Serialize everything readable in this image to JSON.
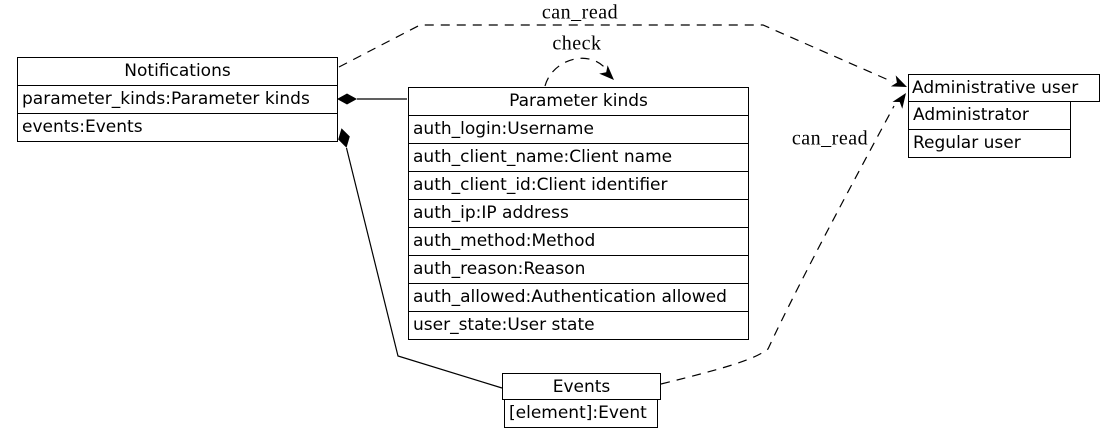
{
  "nodes": {
    "notifications": {
      "title": "Notifications",
      "rows": [
        "parameter_kinds:Parameter kinds",
        "events:Events"
      ]
    },
    "parameter_kinds": {
      "title": "Parameter kinds",
      "rows": [
        "auth_login:Username",
        "auth_client_name:Client name",
        "auth_client_id:Client identifier",
        "auth_ip:IP address",
        "auth_method:Method",
        "auth_reason:Reason",
        "auth_allowed:Authentication allowed",
        "user_state:User state"
      ]
    },
    "administrative_user": {
      "title": "Administrative user",
      "rows": [
        "Administrator",
        "Regular user"
      ]
    },
    "events": {
      "title": "Events",
      "rows": [
        "[element]:Event"
      ]
    }
  },
  "edges": {
    "can_read_top": {
      "label": "can_read",
      "style": "dashed",
      "from": "Notifications",
      "to": "Administrative user"
    },
    "check": {
      "label": "check",
      "style": "dashed",
      "from": "Parameter kinds",
      "to": "Parameter kinds"
    },
    "can_read_bottom": {
      "label": "can_read",
      "style": "dashed",
      "from": "Events",
      "to": "Administrative user"
    },
    "parameter_kinds_composition": {
      "label": "",
      "style": "solid",
      "from": "Notifications",
      "to": "Parameter kinds"
    },
    "events_composition": {
      "label": "",
      "style": "solid",
      "from": "Notifications",
      "to": "Events"
    }
  },
  "colors": {
    "line": "#000000",
    "background": "#ffffff",
    "text": "#000000"
  }
}
